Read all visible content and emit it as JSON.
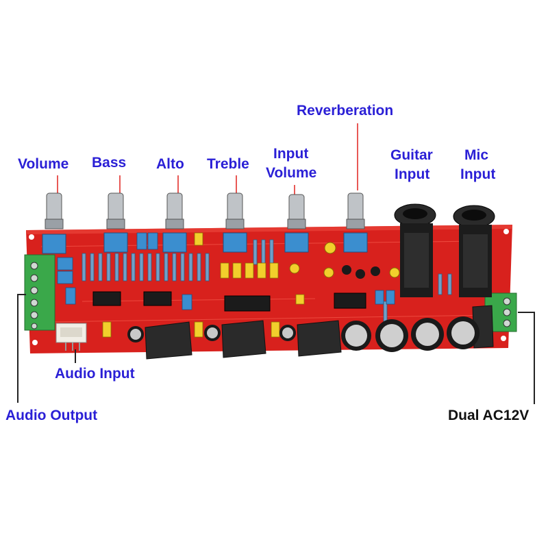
{
  "labels": {
    "volume": "Volume",
    "bass": "Bass",
    "alto": "Alto",
    "treble": "Treble",
    "input_volume_line1": "Input",
    "input_volume_line2": "Volume",
    "reverberation": "Reverberation",
    "guitar_input_line1": "Guitar",
    "guitar_input_line2": "Input",
    "mic_input_line1": "Mic",
    "mic_input_line2": "Input",
    "audio_input": "Audio Input",
    "audio_output": "Audio Output",
    "dual_ac12v": "Dual AC12V"
  },
  "colors": {
    "label_blue": "#2a1fd6",
    "label_dark": "#111111",
    "pcb_red": "#d8211d",
    "pointer_red": "#e0201c",
    "terminal_green": "#3aa84a"
  }
}
